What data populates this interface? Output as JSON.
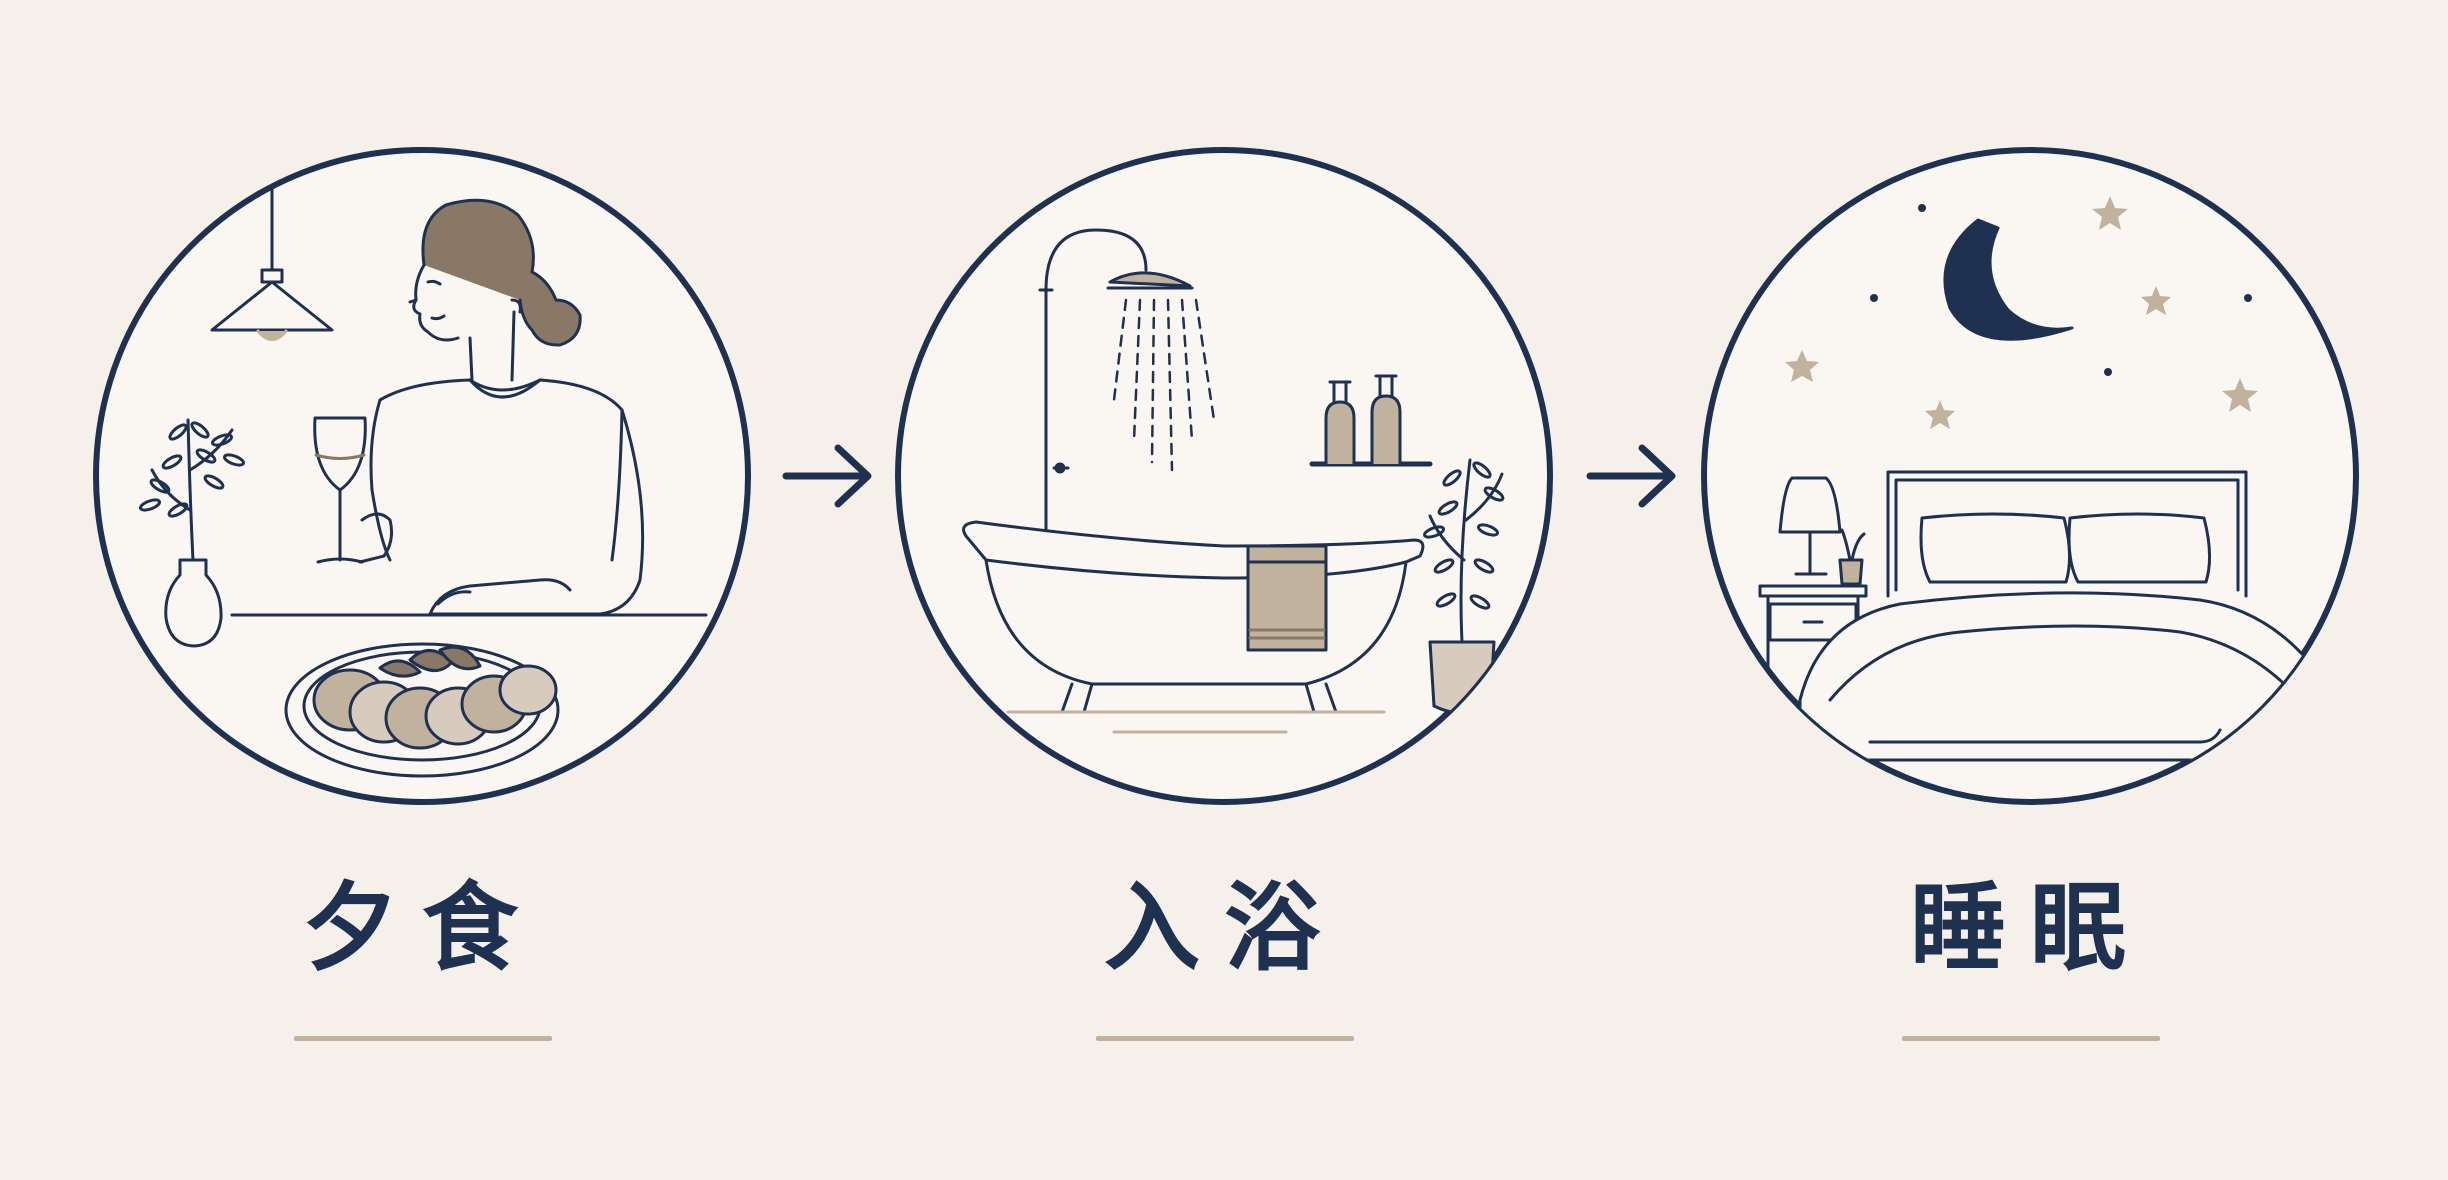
{
  "steps": [
    {
      "label": "夕食",
      "icon": "dinner-scene-icon"
    },
    {
      "label": "入浴",
      "icon": "bath-scene-icon"
    },
    {
      "label": "睡眠",
      "icon": "sleep-scene-icon"
    }
  ],
  "arrows": [
    "arrow-right-icon",
    "arrow-right-icon"
  ],
  "colors": {
    "background": "#f6f0eb",
    "ink": "#1f3150",
    "accent": "#c1b29e"
  }
}
